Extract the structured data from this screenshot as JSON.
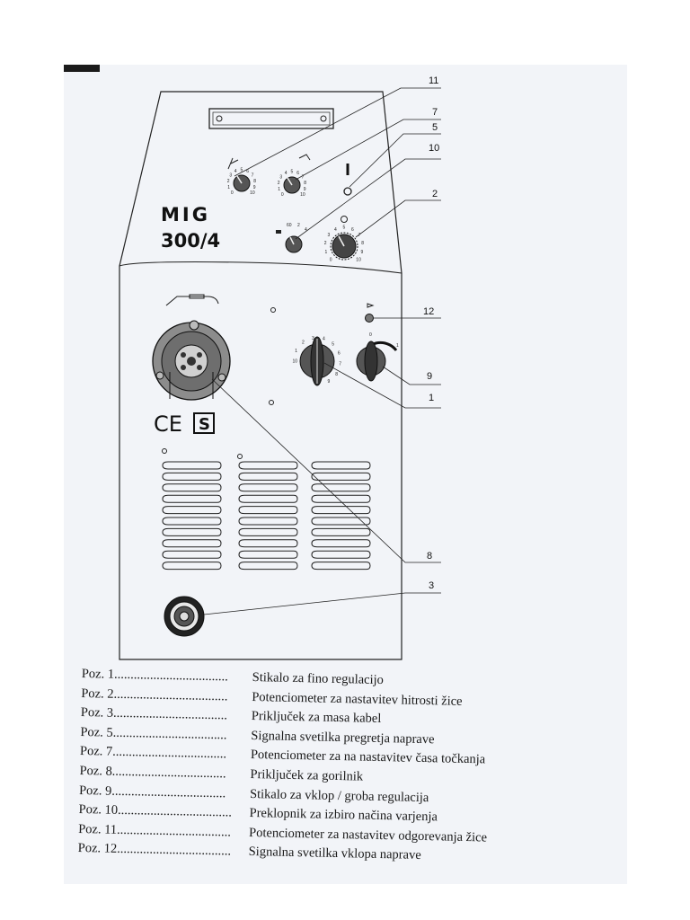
{
  "panel": {
    "brand_line1": "MIG",
    "brand_line2": "300/4",
    "callouts": [
      "11",
      "7",
      "5",
      "10",
      "2",
      "12",
      "9",
      "1",
      "8",
      "3"
    ],
    "knob_scales": [
      "0",
      "1",
      "2",
      "3",
      "4",
      "5",
      "6",
      "7",
      "8",
      "9",
      "10"
    ],
    "selector_ticks": [
      "10",
      "1",
      "2",
      "3",
      "4",
      "5",
      "6",
      "7",
      "8",
      "9"
    ],
    "switch_ticks": [
      "0",
      "1"
    ],
    "mode_values": [
      "60",
      "2",
      "4"
    ],
    "ce_mark": "CE",
    "s_mark": "S"
  },
  "legend": {
    "items": [
      {
        "poz": "Poz.   1...................................",
        "desc": "Stikalo za fino regulacijo"
      },
      {
        "poz": "Poz.   2...................................",
        "desc": "Potenciometer za nastavitev hitrosti žice"
      },
      {
        "poz": "Poz.   3...................................",
        "desc": "Priključek za masa kabel"
      },
      {
        "poz": "Poz.   5...................................",
        "desc": "Signalna svetilka pregretja naprave"
      },
      {
        "poz": "Poz.   7...................................",
        "desc": "Potenciometer za na nastavitev časa točkanja"
      },
      {
        "poz": "Poz.   8...................................",
        "desc": "Priključek za gorilnik"
      },
      {
        "poz": "Poz.   9...................................",
        "desc": "Stikalo za vklop / groba regulacija"
      },
      {
        "poz": "Poz. 10...................................",
        "desc": "Preklopnik za izbiro načina varjenja"
      },
      {
        "poz": "Poz. 11...................................",
        "desc": "Potenciometer za nastavitev odgorevanja žice"
      },
      {
        "poz": "Poz. 12...................................",
        "desc": "Signalna svetilka vklopa naprave"
      }
    ]
  }
}
